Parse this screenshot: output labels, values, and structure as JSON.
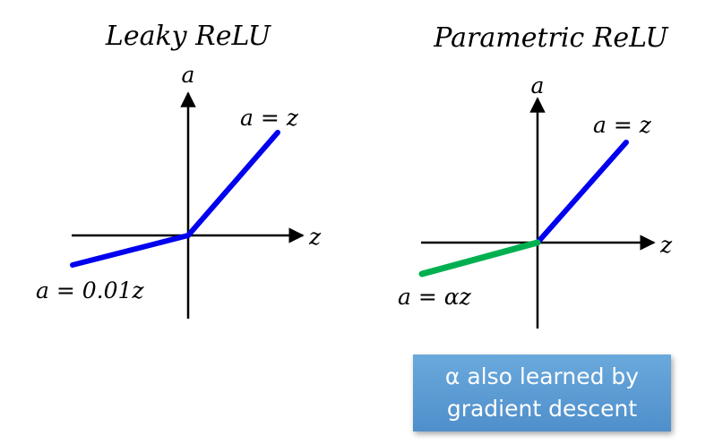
{
  "left_plot": {
    "title": "Leaky ReLU",
    "y_axis_label": "a",
    "x_axis_label": "z",
    "positive_label": "a = z",
    "negative_label": "a = 0.01z",
    "positive_color": "#0000ee",
    "negative_color": "#0000ee"
  },
  "right_plot": {
    "title": "Parametric ReLU",
    "y_axis_label": "a",
    "x_axis_label": "z",
    "positive_label": "a = z",
    "negative_label": "a = αz",
    "positive_color": "#0000ee",
    "negative_color": "#00b050"
  },
  "note": {
    "line1": "α also learned by",
    "line2": "gradient descent"
  }
}
